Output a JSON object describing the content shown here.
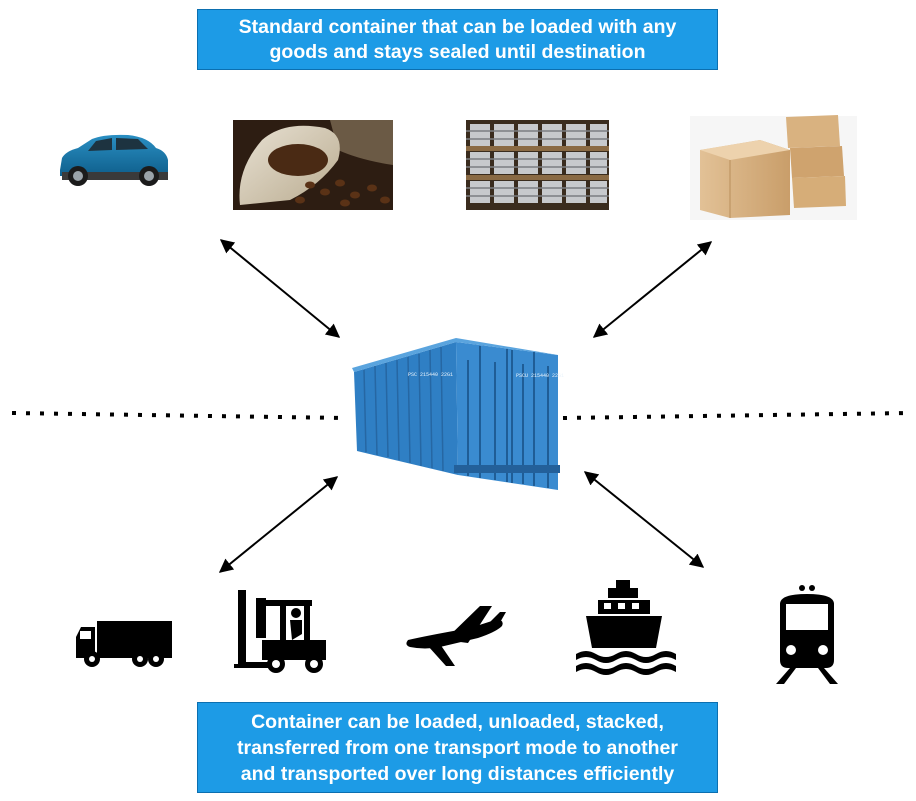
{
  "top_callout": {
    "line1": "Standard container that can be loaded with any",
    "line2": "goods and stays sealed until destination"
  },
  "bottom_callout": {
    "line1": "Container can be loaded, unloaded, stacked,",
    "line2": "transferred from one transport mode to another",
    "line3": "and transported over long distances efficiently"
  },
  "container": {
    "label_left": "PSC 215440 22G1",
    "label_right": "PSCU 215440 22G1"
  },
  "goods": [
    "car-icon",
    "coffee-sack-icon",
    "barrels-icon",
    "boxes-icon"
  ],
  "transport": [
    "truck-icon",
    "forklift-icon",
    "airplane-icon",
    "ship-icon",
    "train-icon"
  ],
  "colors": {
    "callout": "#1d9be6",
    "container": "#2f7fc4",
    "arrow": "#000000"
  }
}
